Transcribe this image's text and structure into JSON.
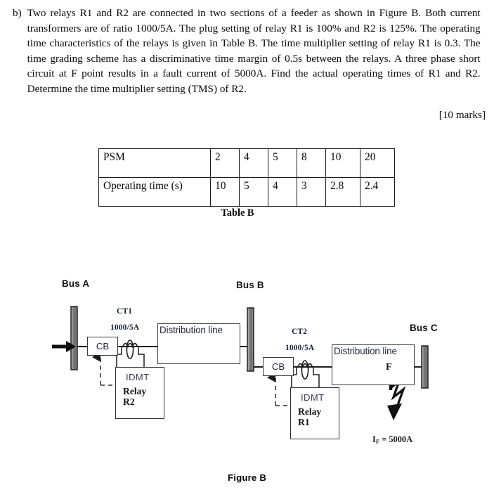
{
  "question": {
    "label": "b)",
    "text": "Two relays R1 and R2 are connected in two sections of a feeder as shown in Figure B. Both current transformers are of ratio 1000/5A. The plug setting of relay R1 is 100% and R2 is 125%. The operating time characteristics of the relays is given in Table B. The time multiplier setting of relay R1 is 0.3. The time grading scheme has a discriminative time margin of 0.5s between the relays. A three phase short circuit at F point results in a fault current of 5000A. Find the actual operating times of R1 and R2. Determine the time multiplier setting (TMS) of R2.",
    "marks": "[10 marks]"
  },
  "table": {
    "caption": "Table B",
    "rows": [
      {
        "header": "PSM",
        "values": [
          "2",
          "4",
          "5",
          "8",
          "10",
          "20"
        ]
      },
      {
        "header": "Operating time (s)",
        "values": [
          "10",
          "5",
          "4",
          "3",
          "2.8",
          "2.4"
        ]
      }
    ]
  },
  "figure": {
    "caption": "Figure B",
    "buses": [
      {
        "name": "bus-a",
        "label": "Bus A"
      },
      {
        "name": "bus-b",
        "label": "Bus B"
      },
      {
        "name": "bus-c",
        "label": "Bus C"
      }
    ],
    "breakers": [
      {
        "name": "cb-left",
        "label": "CB"
      },
      {
        "name": "cb-right",
        "label": "CB"
      }
    ],
    "cts": [
      {
        "name": "ct1",
        "id": "CT1",
        "ratio": "1000/5A"
      },
      {
        "name": "ct2",
        "id": "CT2",
        "ratio": "1000/5A"
      }
    ],
    "lines": [
      {
        "name": "distribution-line-ab",
        "label": "Distribution line"
      },
      {
        "name": "distribution-line-bc",
        "label": "Distribution line"
      }
    ],
    "relays": [
      {
        "name": "relay-r2",
        "type": "IDMT",
        "title": "Relay",
        "id": "R2"
      },
      {
        "name": "relay-r1",
        "type": "IDMT",
        "title": "Relay",
        "id": "R1"
      }
    ],
    "fault": {
      "point_label": "F",
      "current_prefix": "I",
      "current_subscript": "F",
      "current_value": "= 5000A"
    }
  },
  "colors": {
    "ink": "#0a0a0a",
    "bus_fill": "#8a8a8a",
    "bus_stroke": "#1a1a1a",
    "line": "#1d1d1d",
    "box_stroke": "#3a3a3a",
    "label_blue": "#1d2438"
  }
}
